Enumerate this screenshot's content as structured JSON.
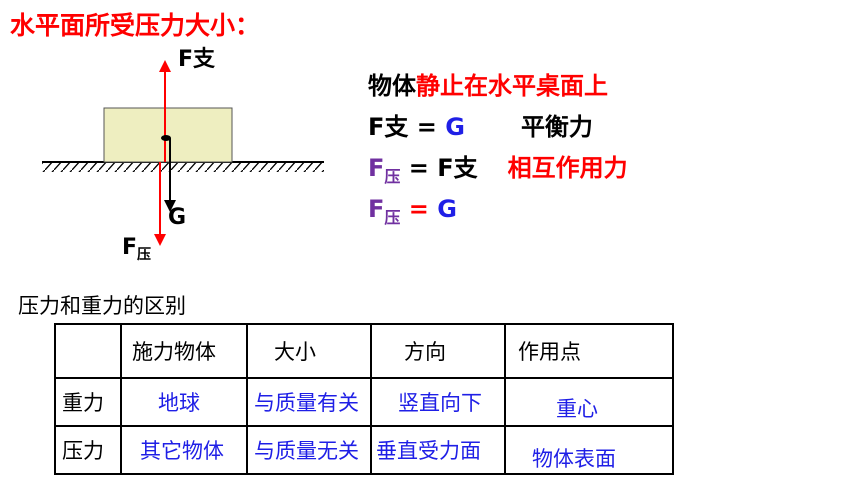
{
  "title": "水平面所受压力大小：",
  "diagram": {
    "f_support_label": "F支",
    "g_label": "G",
    "f_pressure_label": "F",
    "f_pressure_sub": "压"
  },
  "equations": {
    "line1": {
      "prefix": "物体",
      "highlight": "静止在水平桌面上"
    },
    "line2": {
      "lhs": "F支",
      "eq": "=",
      "rhs": "G",
      "note": "平衡力"
    },
    "line3": {
      "lhs": "F",
      "lhs_sub": "压",
      "eq": "=",
      "rhs": "F支",
      "note": "相互作用力"
    },
    "line4": {
      "lhs": "F",
      "lhs_sub": "压",
      "eq": "=",
      "rhs": "G"
    }
  },
  "table": {
    "heading": "压力和重力的区别",
    "headers": [
      "",
      "施力物体",
      "大小",
      "方向",
      "作用点"
    ],
    "rows": [
      [
        "重力",
        "地球",
        "与质量有关",
        "竖直向下",
        "重心"
      ],
      [
        "压力",
        "其它物体",
        "与质量无关",
        "垂直受力面",
        "物体表面"
      ]
    ]
  },
  "colors": {
    "red": "#ff0000",
    "blue": "#1f1fe6",
    "purple": "#7030a0",
    "block_fill": "#eeeec0"
  }
}
